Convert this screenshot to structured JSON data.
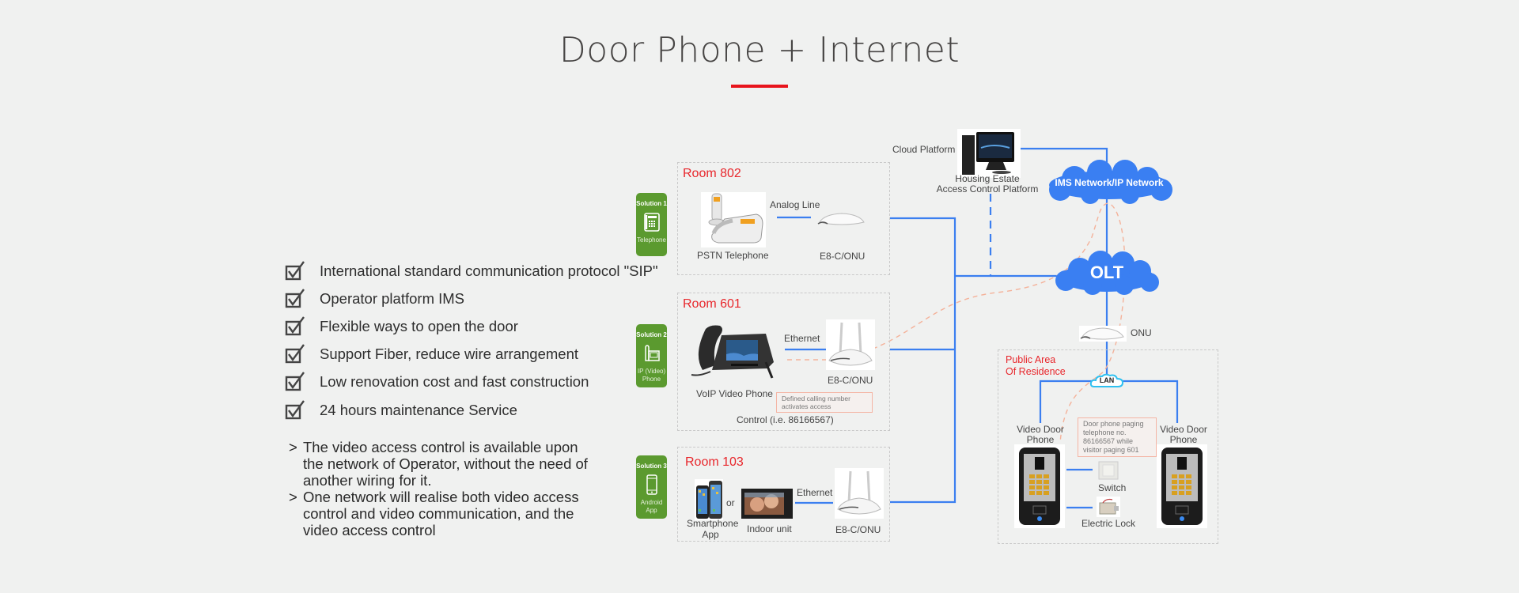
{
  "header": {
    "title": "Door Phone + Internet",
    "accent_color": "#e8141c"
  },
  "features": [
    {
      "icon": "checkbox-checked-icon",
      "text": "International standard communication protocol \"SIP\""
    },
    {
      "icon": "checkbox-checked-icon",
      "text": "Operator platform IMS"
    },
    {
      "icon": "checkbox-checked-icon",
      "text": "Flexible ways to open the door"
    },
    {
      "icon": "checkbox-checked-icon",
      "text": "Support Fiber, reduce wire arrangement"
    },
    {
      "icon": "checkbox-checked-icon",
      "text": "Low renovation cost and fast construction"
    },
    {
      "icon": "checkbox-checked-icon",
      "text": "24 hours maintenance Service"
    }
  ],
  "notes": [
    {
      "marker": ">",
      "lines": [
        "The video access control is available upon",
        "the network of Operator, without the need of",
        "another wiring for it."
      ]
    },
    {
      "marker": ">",
      "lines": [
        "One network will realise both video access",
        "control and video communication, and the",
        "video access control"
      ]
    }
  ],
  "solutions": [
    {
      "title": "Solution 1",
      "icon": "telephone-icon",
      "label": "Telephone"
    },
    {
      "title": "Solution 2",
      "icon": "ip-video-phone-icon",
      "label": "IP (Video) Phone"
    },
    {
      "title": "Solution 3",
      "icon": "smartphone-icon",
      "label": "Android App"
    }
  ],
  "rooms": {
    "room802": {
      "title": "Room 802",
      "device": "PSTN Telephone",
      "link_label": "Analog Line",
      "router": "E8-C/ONU"
    },
    "room601": {
      "title": "Room 601",
      "device": "VoIP Video Phone",
      "link_label": "Ethernet",
      "router": "E8-C/ONU",
      "callout": [
        "Defined calling number",
        "activates access"
      ],
      "caption": "Control (i.e. 86166567)"
    },
    "room103": {
      "title": "Room 103",
      "device_a": "Smartphone App",
      "or": "or",
      "device_b": "Indoor unit",
      "link_label": "Ethernet",
      "router": "E8-C/ONU"
    }
  },
  "network": {
    "cloud_platform_label": "Cloud Platform",
    "platform_name": [
      "Housing Estate",
      "Access Control Platform"
    ],
    "ims_cloud": "IMS Network/IP Network",
    "olt_cloud": "OLT",
    "onu_label": "ONU",
    "lan_cloud": "LAN",
    "line_color": "#3b7ff0",
    "cloud_color": "#3a7ff2",
    "signal_color": "#f4b29a"
  },
  "public_area": {
    "title": [
      "Public Area",
      "Of Residence"
    ],
    "door_phone_left": [
      "Video Door",
      "Phone"
    ],
    "door_phone_right": [
      "Video Door",
      "Phone"
    ],
    "callout": [
      "Door phone paging",
      "telephone no.",
      "86166567 while",
      "visitor paging 601"
    ],
    "switch": "Switch",
    "lock": "Electric Lock"
  }
}
